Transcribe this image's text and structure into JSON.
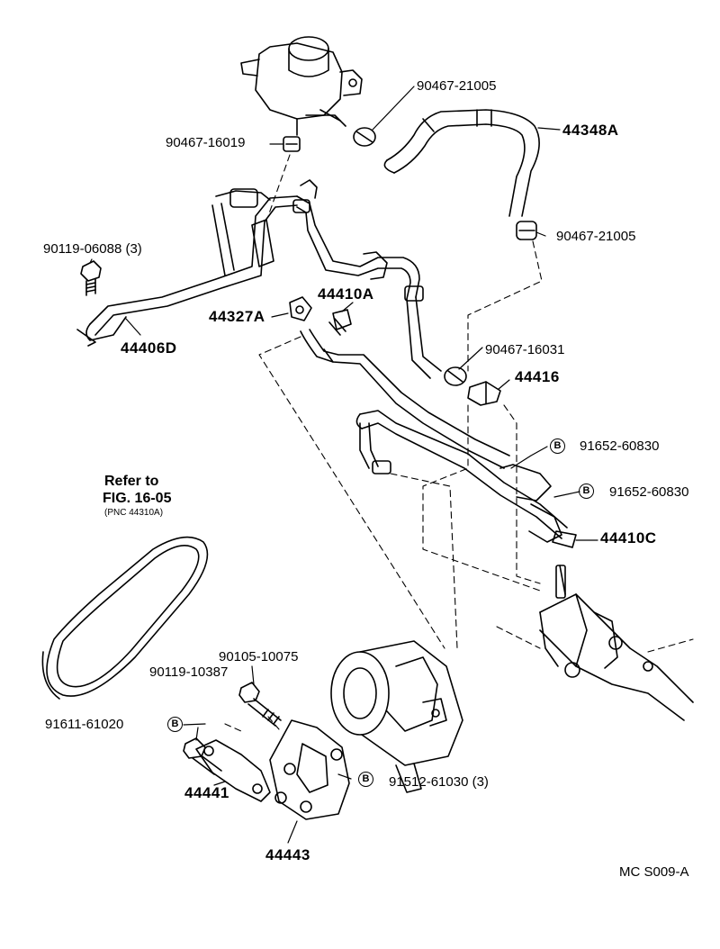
{
  "parts": {
    "p_90467_21005_top": "90467-21005",
    "p_44348A": "44348A",
    "p_90467_16019": "90467-16019",
    "p_90467_21005_mid": "90467-21005",
    "p_90119_06088": "90119-06088 (3)",
    "p_44410A": "44410A",
    "p_44327A": "44327A",
    "p_44406D": "44406D",
    "p_90467_16031": "90467-16031",
    "p_44416": "44416",
    "p_91652_60830_a": "91652-60830",
    "p_91652_60830_b": "91652-60830",
    "p_44410C": "44410C",
    "p_90105_10075": "90105-10075",
    "p_90119_10387": "90119-10387",
    "p_91611_61020": "91611-61020",
    "p_91512_61030": "91512-61030 (3)",
    "p_44441": "44441",
    "p_44443": "44443"
  },
  "refer": {
    "line1": "Refer to",
    "line2": "FIG. 16-05",
    "line3": "(PNC 44310A)"
  },
  "bmark": "B",
  "figure_code": "MC S009-A"
}
